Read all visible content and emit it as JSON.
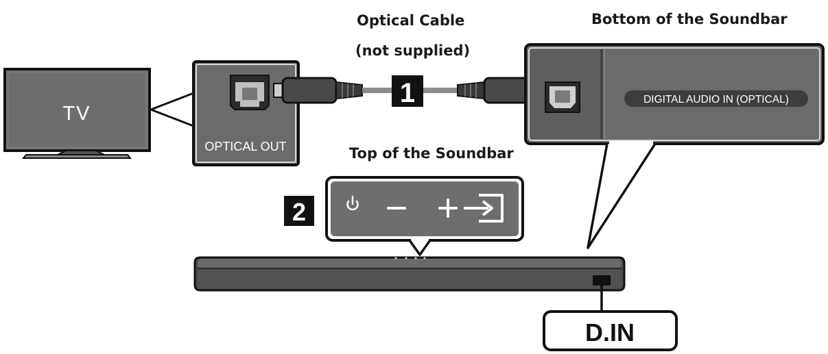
{
  "tv": {
    "label": "TV"
  },
  "tv_port": {
    "label": "OPTICAL OUT"
  },
  "cable": {
    "line1": "Optical Cable",
    "line2": "(not supplied)"
  },
  "bottom_panel": {
    "title": "Bottom of the Soundbar",
    "port_label": "DIGITAL AUDIO IN (OPTICAL)"
  },
  "top_panel": {
    "title": "Top of the Soundbar",
    "buttons": [
      "power",
      "volume-down",
      "volume-up",
      "source"
    ]
  },
  "steps": {
    "step1": "1",
    "step2": "2"
  },
  "soundbar": {
    "port_callout": "D.IN"
  },
  "colors": {
    "panel_bg": "#6b6b6b",
    "panel_bg_dark": "#595959",
    "outline": "#111111",
    "badge": "#111111"
  }
}
